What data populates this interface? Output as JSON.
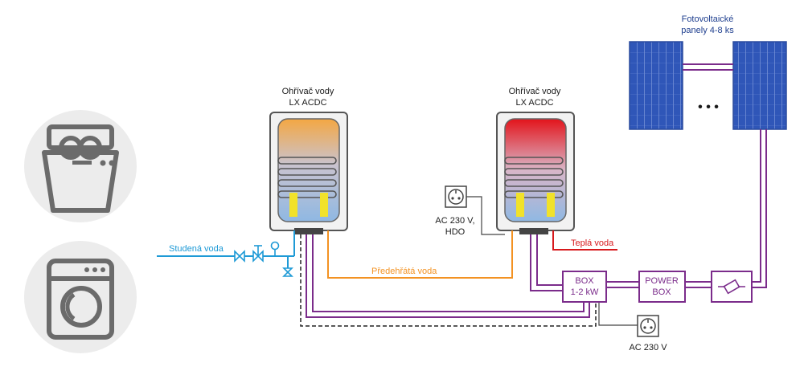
{
  "labels": {
    "heater_left": [
      "Ohřívač vody",
      "LX ACDC"
    ],
    "heater_right": [
      "Ohřívač vody",
      "LX ACDC"
    ],
    "pv_panels": [
      "Fotovoltaické",
      "panely 4-8 ks"
    ],
    "pv_more": "• • •",
    "cold_water": "Studená voda",
    "preheated_water": "Předehřátá voda",
    "hot_water": "Teplá voda",
    "socket_hdo": [
      "AC 230 V,",
      "HDO"
    ],
    "socket_ac": "AC 230 V",
    "box": [
      "BOX",
      "1-2 kW"
    ],
    "power_box": [
      "POWER",
      "BOX"
    ]
  },
  "colors": {
    "cold": "#1e9ad6",
    "preheated": "#f39222",
    "hot": "#d7191c",
    "power": "#7b2c8b",
    "panel": "#2f56b8",
    "appliance": "#6b6b6b",
    "label_blue": "#1f3f8f"
  },
  "icons": [
    "dishwasher-icon",
    "washing-machine-icon",
    "socket-icon",
    "fuse-icon",
    "valve-icon",
    "pressure-gauge-icon"
  ]
}
